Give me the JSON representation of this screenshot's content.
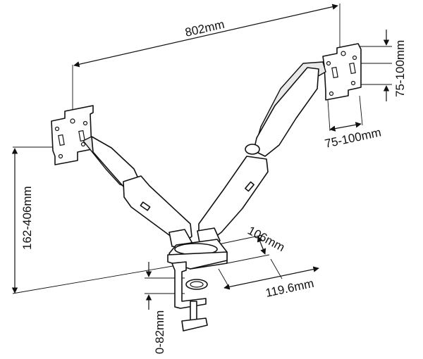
{
  "dimensions": {
    "total_width": "802mm",
    "vesa_vertical": "75-100mm",
    "vesa_horizontal": "75-100mm",
    "height_range": "162-406mm",
    "base_depth": "106mm",
    "base_width": "119.6mm",
    "clamp_range": "0-82mm"
  }
}
